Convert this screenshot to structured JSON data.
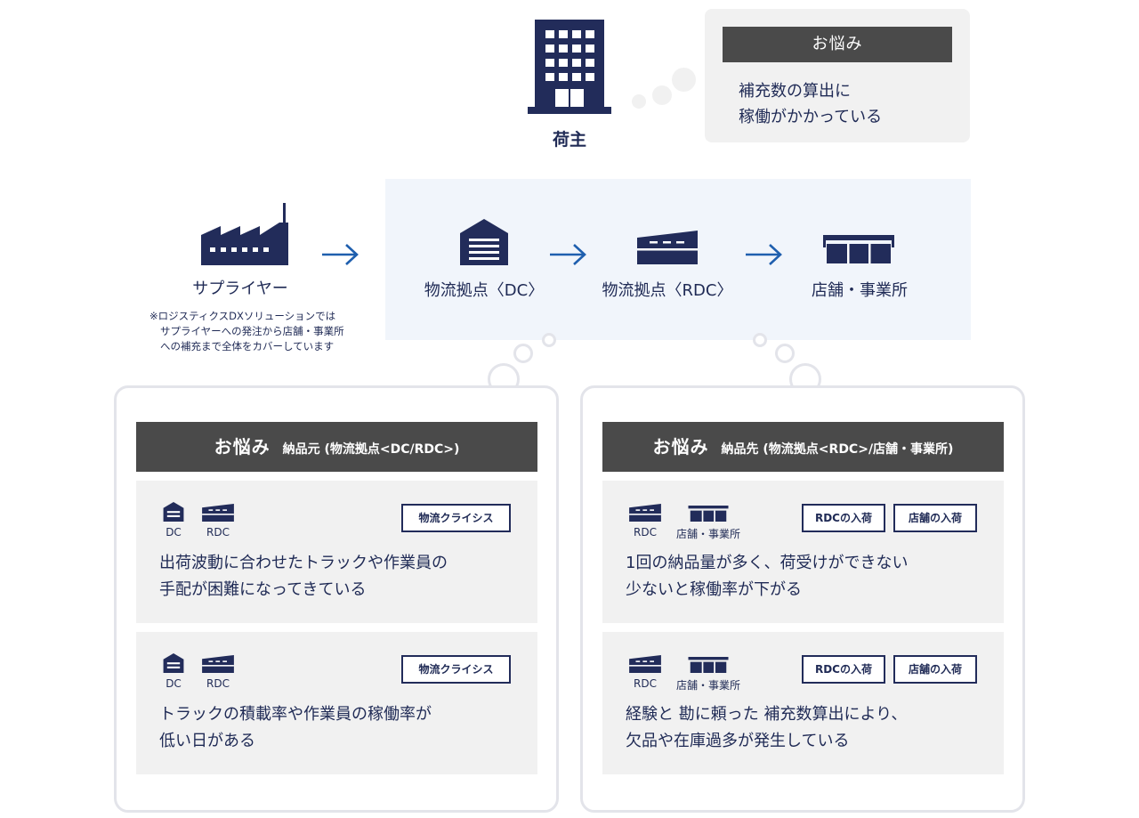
{
  "owner": {
    "label": "荷主"
  },
  "top_worry": {
    "title": "お悩み",
    "lines": [
      "補充数の算出に",
      "稼働がかかっている"
    ]
  },
  "flow": {
    "supplier": "サプライヤー",
    "dc": "物流拠点〈DC〉",
    "rdc": "物流拠点〈RDC〉",
    "store": "店舗・事業所",
    "note": [
      "※ロジスティクスDXソリューションでは",
      "サプライヤーへの発注から店舗・事業所",
      "への補充まで全体をカバーしています"
    ]
  },
  "left_bubble": {
    "title": "お悩み",
    "subtitle": "納品元 (物流拠点<DC/RDC>)",
    "cards": [
      {
        "icons": [
          "DC",
          "RDC"
        ],
        "tags": [
          "物流クライシス"
        ],
        "lines": [
          "出荷波動に合わせたトラックや作業員の",
          "手配が困難になってきている"
        ]
      },
      {
        "icons": [
          "DC",
          "RDC"
        ],
        "tags": [
          "物流クライシス"
        ],
        "lines": [
          "トラックの積載率や作業員の稼働率が",
          "低い日がある"
        ]
      }
    ]
  },
  "right_bubble": {
    "title": "お悩み",
    "subtitle": "納品先 (物流拠点<RDC>/店舗・事業所)",
    "cards": [
      {
        "icons": [
          "RDC",
          "店舗・事業所"
        ],
        "tags": [
          "RDCの入荷",
          "店舗の入荷"
        ],
        "lines": [
          "1回の納品量が多く、荷受けができない",
          "少ないと稼働率が下がる"
        ]
      },
      {
        "icons": [
          "RDC",
          "店舗・事業所"
        ],
        "tags": [
          "RDCの入荷",
          "店舗の入荷"
        ],
        "lines": [
          "経験と 勘に頼った 補充数算出により、",
          "欠品や在庫過多が発生している"
        ]
      }
    ]
  },
  "colors": {
    "navy": "#222c5a",
    "accent_arrow": "#1f5fae",
    "header_gray": "#4a4a4a",
    "panel_gray": "#f1f1f1",
    "flow_bg": "#f1f5fb"
  }
}
